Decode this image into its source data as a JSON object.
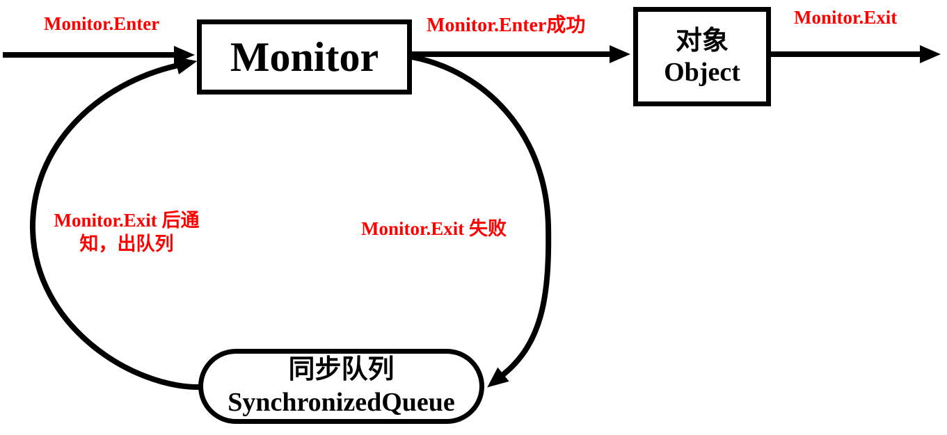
{
  "colors": {
    "background": "#ffffff",
    "stroke": "#000000",
    "edge_label": "#ff0000"
  },
  "nodes": {
    "monitor": {
      "title": "Monitor"
    },
    "object": {
      "title_cn": "对象",
      "title_en": "Object"
    },
    "queue": {
      "title_cn": "同步队列",
      "title_en": "SynchronizedQueue"
    }
  },
  "edges": {
    "enter": {
      "label": "Monitor.Enter"
    },
    "enter_success": {
      "label": "Monitor.Enter成功"
    },
    "exit": {
      "label": "Monitor.Exit"
    },
    "exit_fail": {
      "label": "Monitor.Exit 失败"
    },
    "exit_notify": {
      "line1": "Monitor.Exit 后通",
      "line2": "知，出队列"
    }
  }
}
